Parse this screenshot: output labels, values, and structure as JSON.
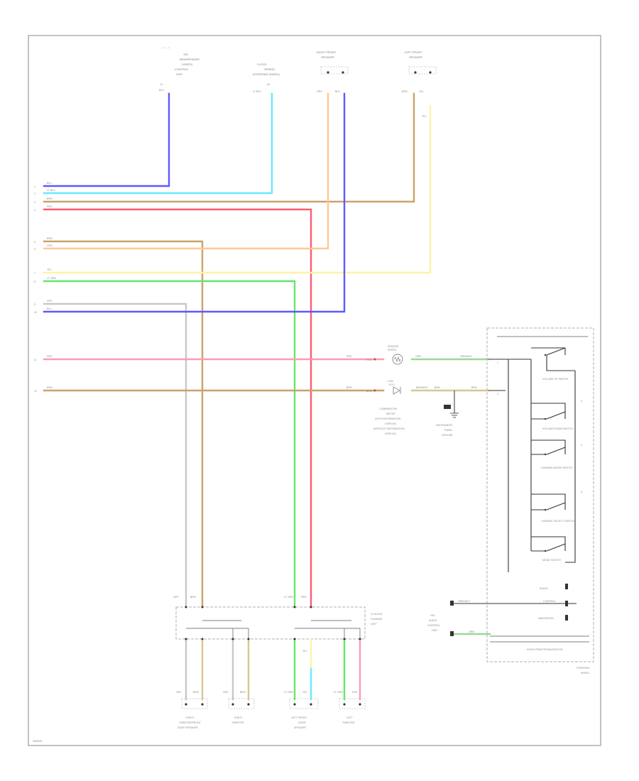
{
  "colors": {
    "blu": "#5a5aff",
    "lt_blu": "#6ae8ff",
    "brn": "#c8a46a",
    "red": "#ff5a6e",
    "org": "#ffc890",
    "yel": "#fff2a8",
    "lt_grn": "#66e66a",
    "gry": "#c8c8c8",
    "pnk": "#ff9ab4",
    "tan": "#d8c890",
    "grn_dk": "#9ad89a"
  },
  "top_components": [
    {
      "id": "c1",
      "lines": [
        "YEL",
        "MMI/SPEAKER",
        "(VIDEO)",
        "CONTROL",
        "UNIT"
      ],
      "wires": [
        "BLU"
      ]
    },
    {
      "id": "c2",
      "lines": [
        "CLOCK",
        "SPRING",
        "(STEERING WHEEL)"
      ],
      "wires": [
        "LT BLU"
      ]
    },
    {
      "id": "c3",
      "lines": [
        "RIGHT FRONT",
        "SPEAKER"
      ],
      "wires": [
        "ORG",
        "BLU"
      ]
    },
    {
      "id": "c4",
      "lines": [
        "LEFT FRONT",
        "SPEAKER"
      ],
      "wires": [
        "BRN",
        "YEL"
      ]
    }
  ],
  "left_wire_labels": [
    "BLU",
    "LT BLU",
    "BRN",
    "RED",
    "BRN",
    "ORG",
    "YEL",
    "LT GRN",
    "GRY",
    "BLU",
    "PNK",
    "BRN"
  ],
  "center_components": {
    "resistor": [
      "SPEED",
      "SENSOR"
    ],
    "diode": [
      "COMBINATION",
      "METER",
      "(WITH INFORMATION",
      "DISPLAY)",
      "(WITHOUT INFORMATION",
      "DISPLAY)"
    ],
    "ground": [
      "INSTRUMENT",
      "PANEL",
      "GROUND"
    ],
    "wire_tags": [
      "PNK",
      "PNK",
      "GRN",
      "GRN/WHT",
      "BRN",
      "BRN",
      "BRN/WHT",
      "BRN",
      "BRN"
    ]
  },
  "steering_switches": [
    "VOLUME UP SWITCH",
    "VOLUME DOWN SWITCH",
    "CHANNEL/MODE SWITCH",
    "CHANNEL SELECT SWITCH",
    "MODE SWITCH"
  ],
  "steering_lower": [
    "AUDIO",
    "CONTROL",
    "NAVIGATION"
  ],
  "steering_box_label": [
    "STEERING",
    "WHEEL"
  ],
  "audio_unit": [
    "HFL",
    "AUDIO",
    "CONTROL",
    "UNIT"
  ],
  "bottom_box": [
    "LF AUDIO",
    "CHANNEL",
    "UNIT"
  ],
  "bottom_components": [
    {
      "id": "b1",
      "lines": [
        "RIGHT",
        "TWEETER/FRONT",
        "DOOR SPEAKER"
      ]
    },
    {
      "id": "b2",
      "lines": [
        "RIGHT",
        "TWEETER"
      ]
    },
    {
      "id": "b3",
      "lines": [
        "LEFT FRONT",
        "DOOR",
        "SPEAKER"
      ]
    },
    {
      "id": "b4",
      "lines": [
        "LEFT",
        "TWEETER"
      ]
    }
  ],
  "footer_code": "W66045"
}
